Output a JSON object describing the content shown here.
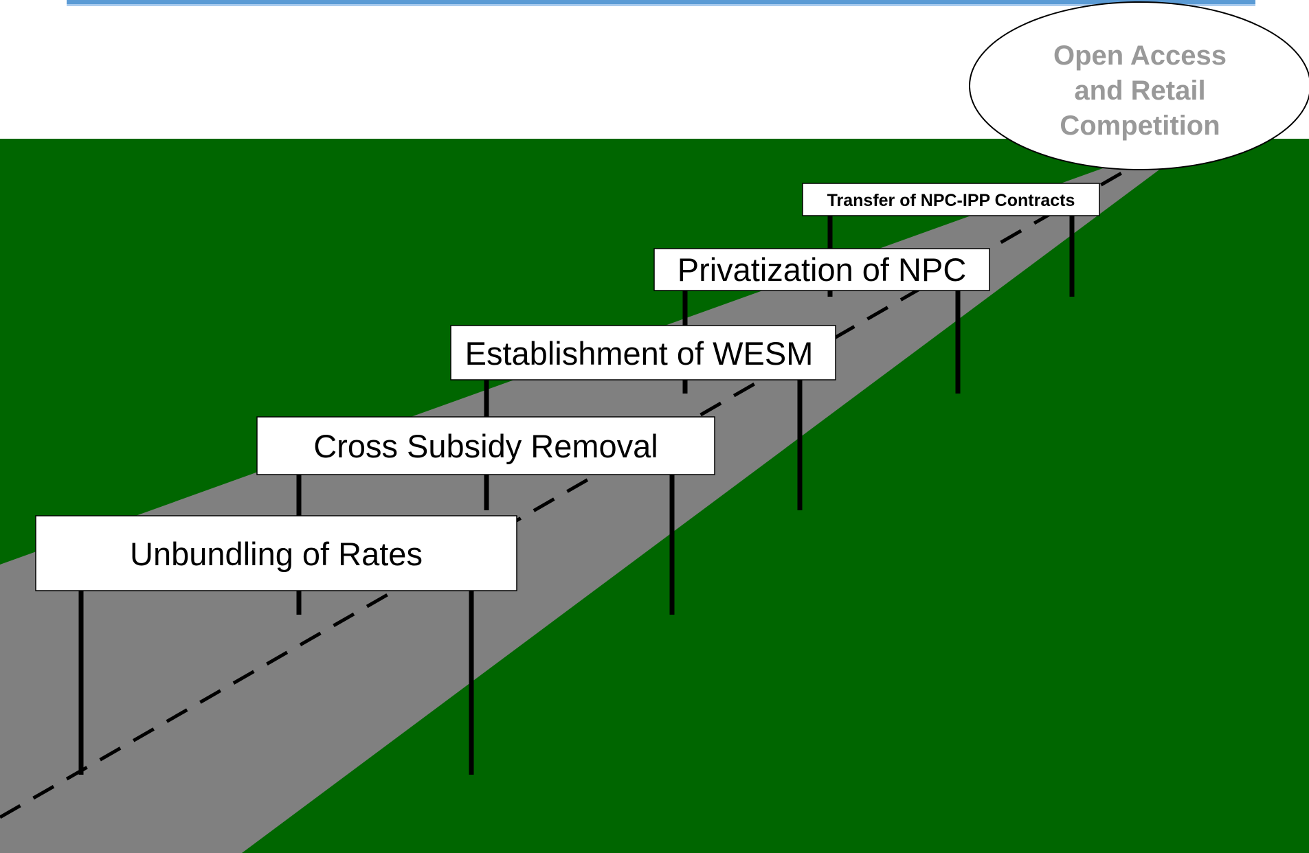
{
  "signs": [
    {
      "label": "Unbundling of Rates"
    },
    {
      "label": "Cross Subsidy Removal"
    },
    {
      "label": "Establishment of WESM"
    },
    {
      "label": "Privatization of NPC"
    },
    {
      "label": "Transfer of NPC-IPP Contracts"
    }
  ],
  "goal": {
    "lines": [
      "Open Access",
      "and Retail",
      "Competition"
    ]
  },
  "colors": {
    "grass": "#006600",
    "road": "#808080",
    "sky": "#ffffff",
    "top_bar": "#5b9bd5",
    "goal_text": "#999999",
    "sign_fill": "#ffffff",
    "post": "#000000"
  }
}
